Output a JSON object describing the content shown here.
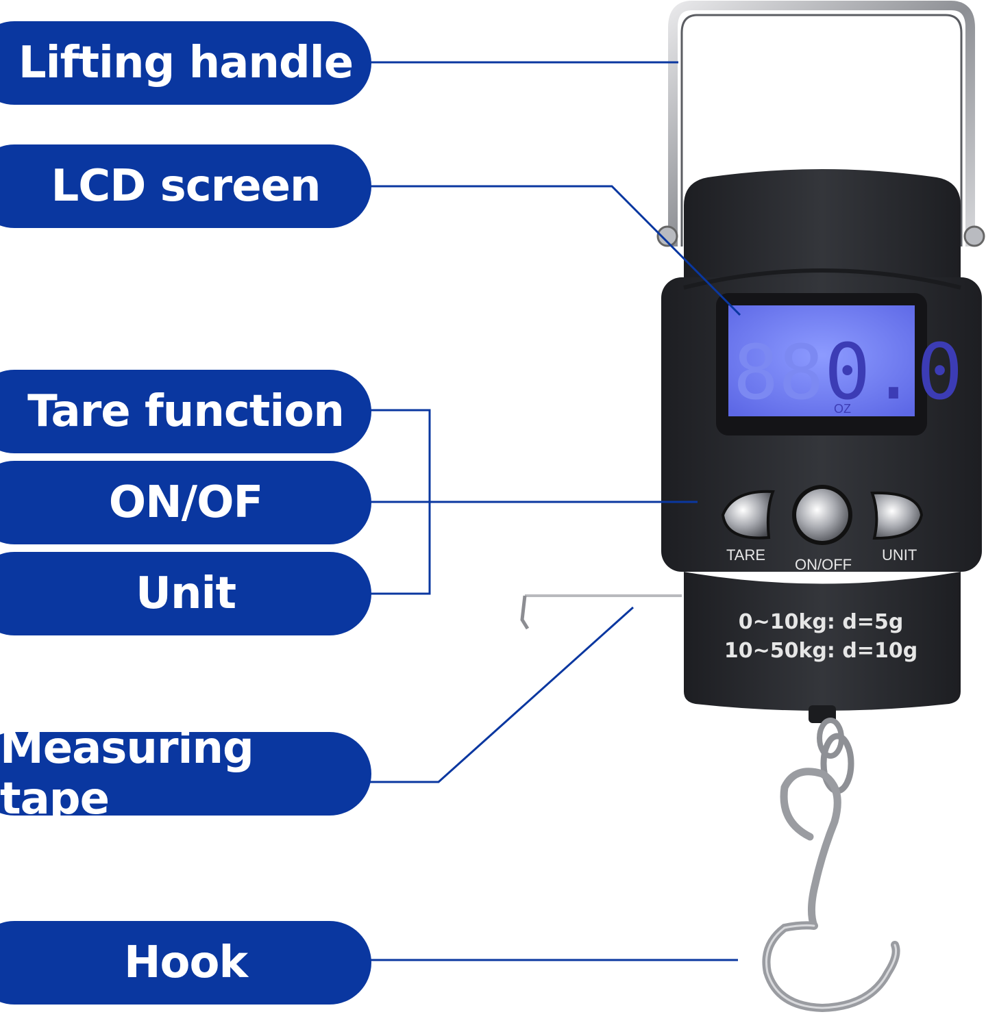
{
  "labels": {
    "lifting_handle": "Lifting handle",
    "lcd_screen": "LCD screen",
    "tare_function": "Tare function",
    "on_off": "ON/OF",
    "unit": "Unit",
    "measuring_tape": "Measuring tape",
    "hook": "Hook"
  },
  "device": {
    "display_value": "0.0",
    "display_unit": "OZ",
    "button_tare": "TARE",
    "button_onoff": "ON/OFF",
    "button_unit": "UNIT",
    "spec_line1": "0~10kg: d=5g",
    "spec_line2": "10~50kg: d=10g"
  },
  "colors": {
    "label_bg": "#0a37a0",
    "leader_line": "#0a37a0",
    "lcd_backlight": "#6f7df5",
    "body": "#2b2c30"
  }
}
